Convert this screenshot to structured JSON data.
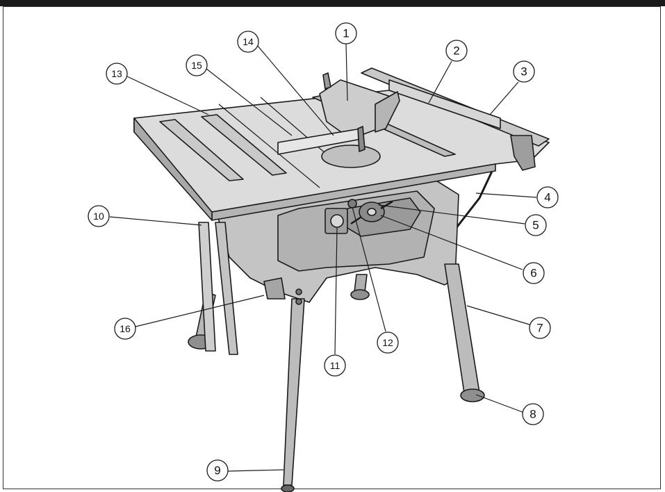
{
  "colors": {
    "outline": "#1a1a1a",
    "table_top": "#dcdcdc",
    "body_mid": "#c4c4c4",
    "body_dark": "#9a9a9a",
    "leg": "#b8b8b8",
    "background": "#ffffff"
  },
  "callouts": [
    {
      "number": "1"
    },
    {
      "number": "2"
    },
    {
      "number": "3"
    },
    {
      "number": "4"
    },
    {
      "number": "5"
    },
    {
      "number": "6"
    },
    {
      "number": "7"
    },
    {
      "number": "8"
    },
    {
      "number": "9"
    },
    {
      "number": "10"
    },
    {
      "number": "11"
    },
    {
      "number": "12"
    },
    {
      "number": "13"
    },
    {
      "number": "14"
    },
    {
      "number": "15"
    },
    {
      "number": "16"
    }
  ]
}
